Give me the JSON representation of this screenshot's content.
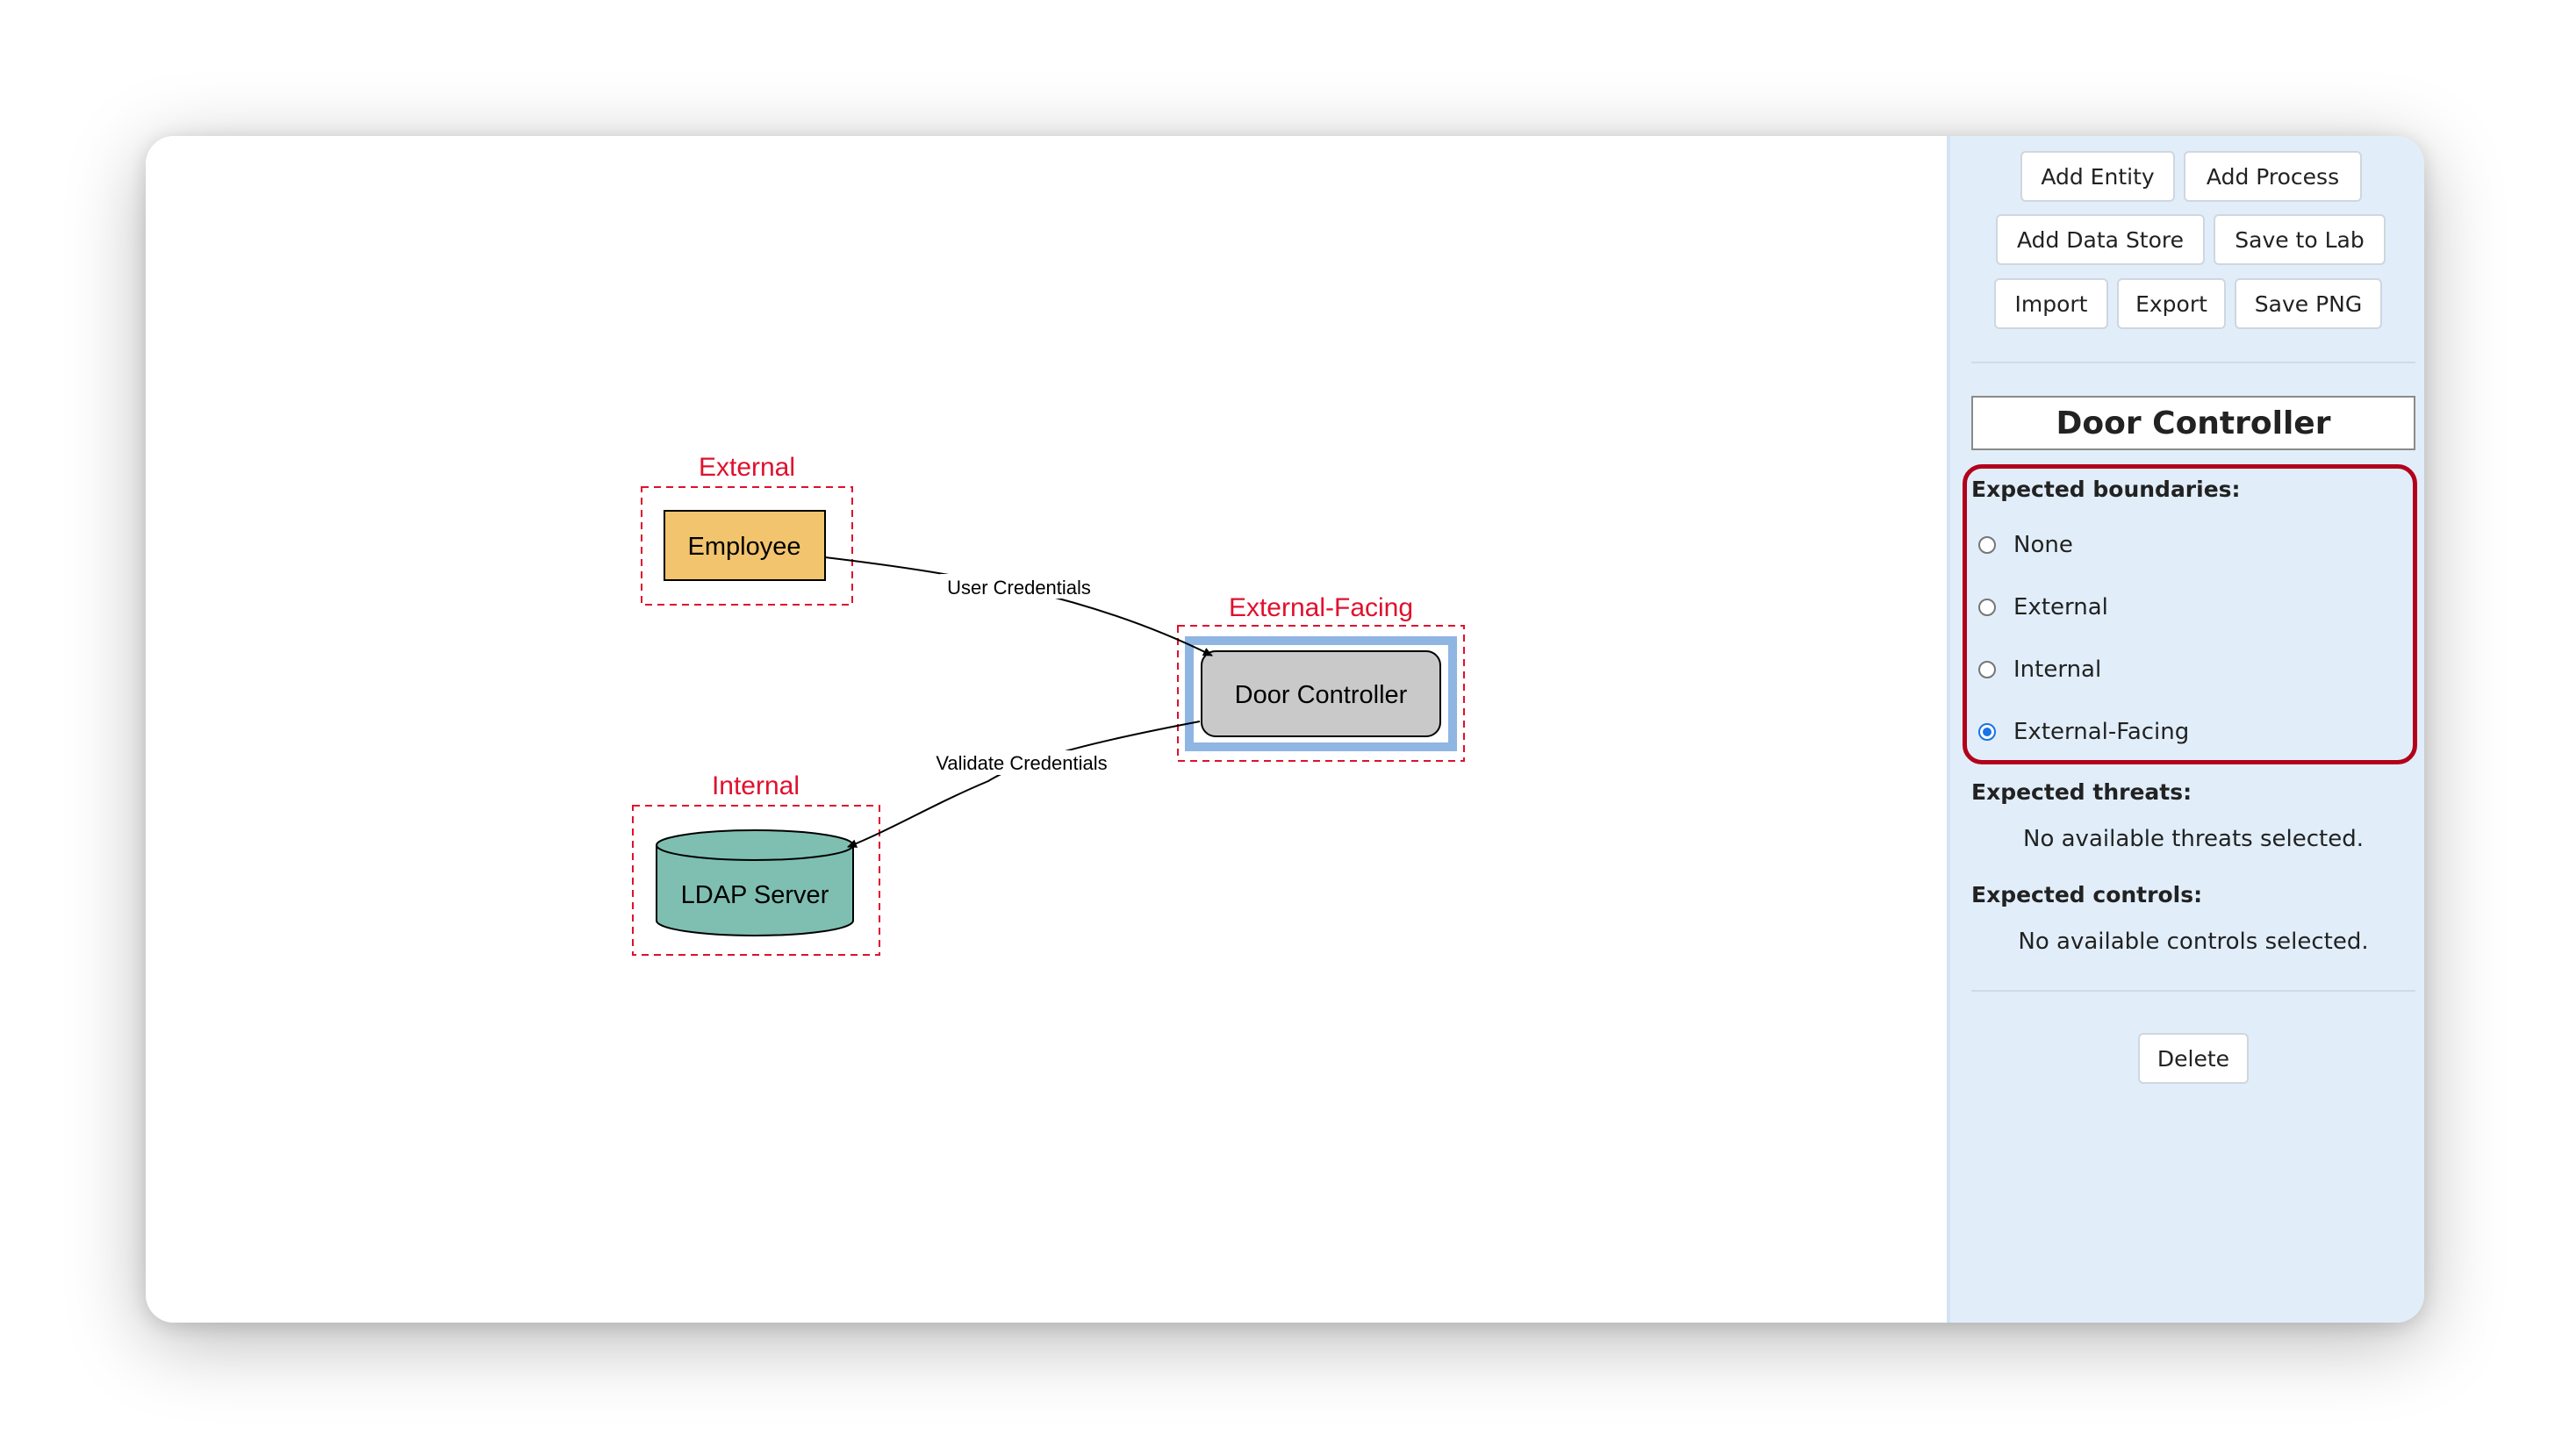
{
  "toolbar": {
    "add_entity": "Add Entity",
    "add_process": "Add Process",
    "add_data_store": "Add Data Store",
    "save_to_lab": "Save to Lab",
    "import": "Import",
    "export": "Export",
    "save_png": "Save PNG"
  },
  "diagram": {
    "boundaries": {
      "external": "External",
      "external_facing": "External-Facing",
      "internal": "Internal"
    },
    "nodes": {
      "employee": "Employee",
      "door_controller": "Door Controller",
      "ldap_server": "LDAP Server"
    },
    "flows": {
      "user_credentials": "User Credentials",
      "validate_credentials": "Validate Credentials"
    },
    "colors": {
      "boundary": "#e0102d",
      "entity_fill": "#f2c46e",
      "process_fill": "#c9c9c9",
      "store_fill": "#7fbfb2",
      "selection": "#8fb5e3"
    }
  },
  "panel": {
    "selected_name": "Door Controller",
    "boundaries_label": "Expected boundaries:",
    "boundary_options": [
      {
        "label": "None",
        "checked": false
      },
      {
        "label": "External",
        "checked": false
      },
      {
        "label": "Internal",
        "checked": false
      },
      {
        "label": "External-Facing",
        "checked": true
      }
    ],
    "threats_label": "Expected threats:",
    "threats_empty": "No available threats selected.",
    "controls_label": "Expected controls:",
    "controls_empty": "No available controls selected.",
    "delete": "Delete",
    "accent_color": "#b3001b"
  }
}
